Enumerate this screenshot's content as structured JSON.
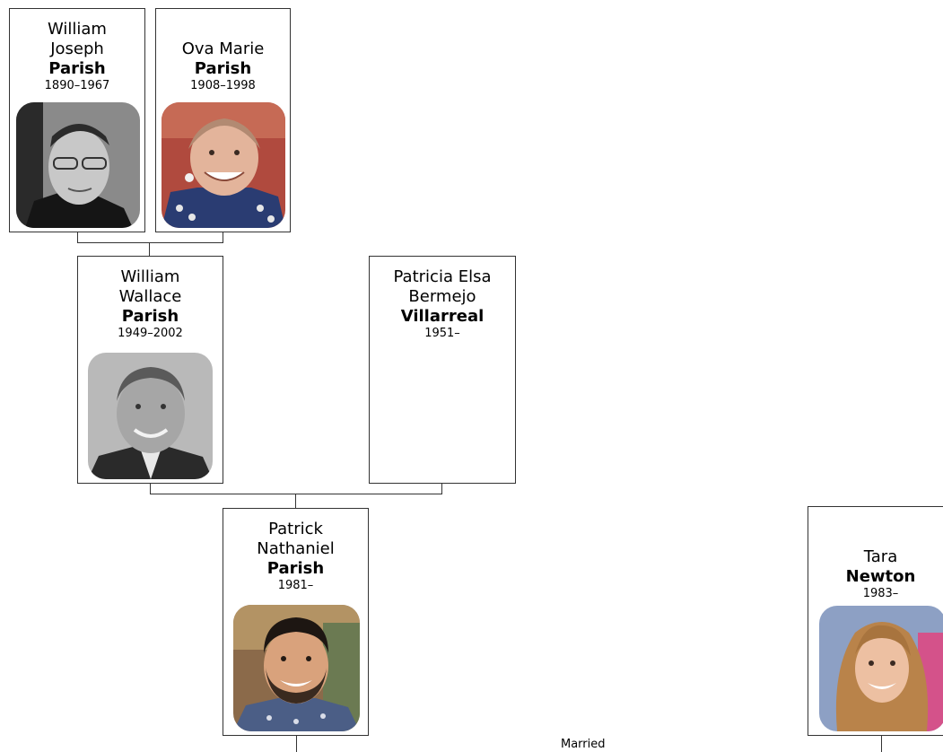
{
  "people": {
    "william_joseph": {
      "given": "William Joseph",
      "surname": "Parish",
      "dates": "1890–1967",
      "photo": "portrait-photo"
    },
    "ova_marie": {
      "given": "Ova Marie",
      "surname": "Parish",
      "dates": "1908–1998",
      "photo": "portrait-photo"
    },
    "william_wallace": {
      "given": "William Wallace",
      "surname": "Parish",
      "dates": "1949–2002",
      "photo": "portrait-photo"
    },
    "patricia": {
      "given": "Patricia Elsa Bermejo",
      "surname": "Villarreal",
      "dates": "1951–"
    },
    "patrick": {
      "given": "Patrick Nathaniel",
      "surname": "Parish",
      "dates": "1981–",
      "photo": "portrait-photo"
    },
    "tara": {
      "given": "Tara",
      "surname": "Newton",
      "dates": "1983–",
      "photo": "portrait-photo"
    }
  },
  "marriage_label": "Married"
}
